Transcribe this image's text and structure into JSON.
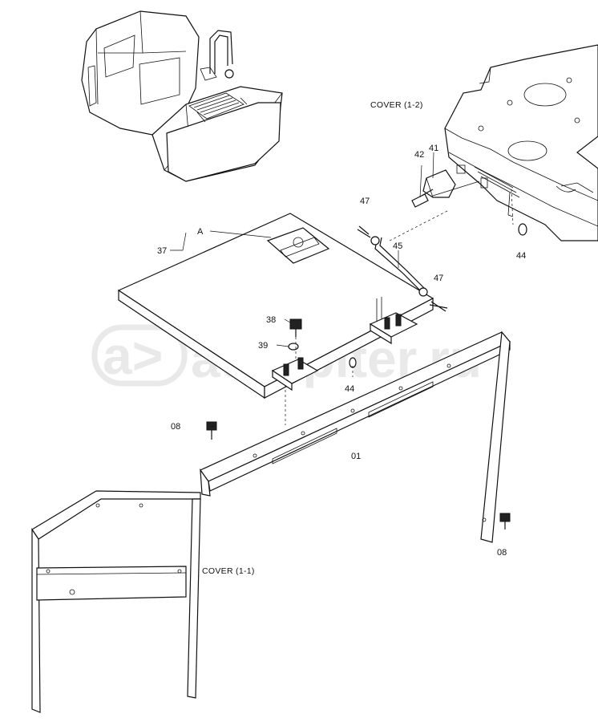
{
  "watermark": {
    "text": "autopiter.ru",
    "logo_glyph": "a>"
  },
  "section_labels": {
    "cover_1_1": "COVER (1-1)",
    "cover_1_2": "COVER (1-2)"
  },
  "callouts": {
    "p01": "01",
    "p08_left": "08",
    "p08_right": "08",
    "p37": "37",
    "pA": "A",
    "p38": "38",
    "p39": "39",
    "p41": "41",
    "p42": "42",
    "p44_mid": "44",
    "p44_right": "44",
    "p45": "45",
    "p47_top": "47",
    "p47_right": "47"
  }
}
